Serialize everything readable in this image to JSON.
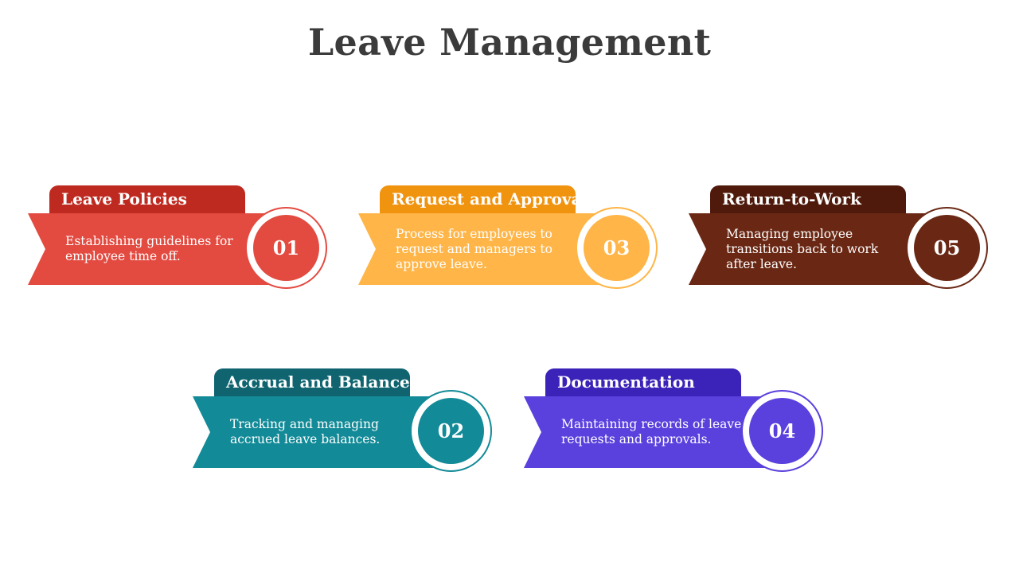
{
  "title": "Leave Management",
  "steps": [
    {
      "number": "01",
      "heading": "Leave Policies",
      "description": "Establishing guidelines for employee time off.",
      "tab_color": "#BF2A20",
      "ribbon_color": "#E34A40",
      "circle_color": "#E34A40"
    },
    {
      "number": "02",
      "heading": "Accrual and Balance",
      "description": "Tracking and managing accrued leave balances.",
      "tab_color": "#0F6470",
      "ribbon_color": "#128A97",
      "circle_color": "#128A97"
    },
    {
      "number": "03",
      "heading": "Request and Approval",
      "description": "Process for employees to request and managers to approve leave.",
      "tab_color": "#F0930E",
      "ribbon_color": "#FFB547",
      "circle_color": "#FFB547"
    },
    {
      "number": "04",
      "heading": "Documentation",
      "description": "Maintaining records of leave requests and approvals.",
      "tab_color": "#3B22B8",
      "ribbon_color": "#5A40DD",
      "circle_color": "#5A40DD"
    },
    {
      "number": "05",
      "heading": "Return-to-Work",
      "description": "Managing employee transitions back to work after leave.",
      "tab_color": "#4F1A0C",
      "ribbon_color": "#6A2814",
      "circle_color": "#6A2814"
    }
  ]
}
